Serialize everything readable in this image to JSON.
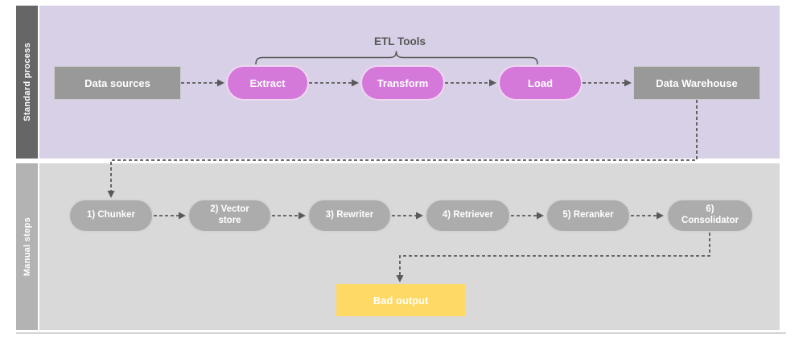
{
  "lanes": {
    "standard": {
      "label": "Standard process",
      "bracket_label": "ETL Tools",
      "nodes": {
        "data_sources": {
          "label": "Data sources"
        },
        "extract": {
          "label": "Extract"
        },
        "transform": {
          "label": "Transform"
        },
        "load": {
          "label": "Load"
        },
        "data_warehouse": {
          "label": "Data Warehouse"
        }
      }
    },
    "manual": {
      "label": "Manual steps",
      "nodes": {
        "chunker": {
          "label": "1) Chunker"
        },
        "vector_store": {
          "label": "2) Vector store"
        },
        "rewriter": {
          "label": "3) Rewriter"
        },
        "retriever": {
          "label": "4) Retriever"
        },
        "reranker": {
          "label": "5) Reranker"
        },
        "consolidator": {
          "label": "6) Consolidator"
        },
        "bad_output": {
          "label": "Bad output"
        }
      }
    }
  },
  "colors": {
    "lane_standard_band": "#666666",
    "lane_standard_bg": "#d7d0e6",
    "lane_manual_band": "#b3b3b3",
    "lane_manual_bg": "#d9d9d9",
    "gray_node_bg": "#999999",
    "etl_pill_bg": "#d478da",
    "manual_pill_bg": "#acacac",
    "bad_output_bg": "#ffd966",
    "connector": "#595959"
  }
}
